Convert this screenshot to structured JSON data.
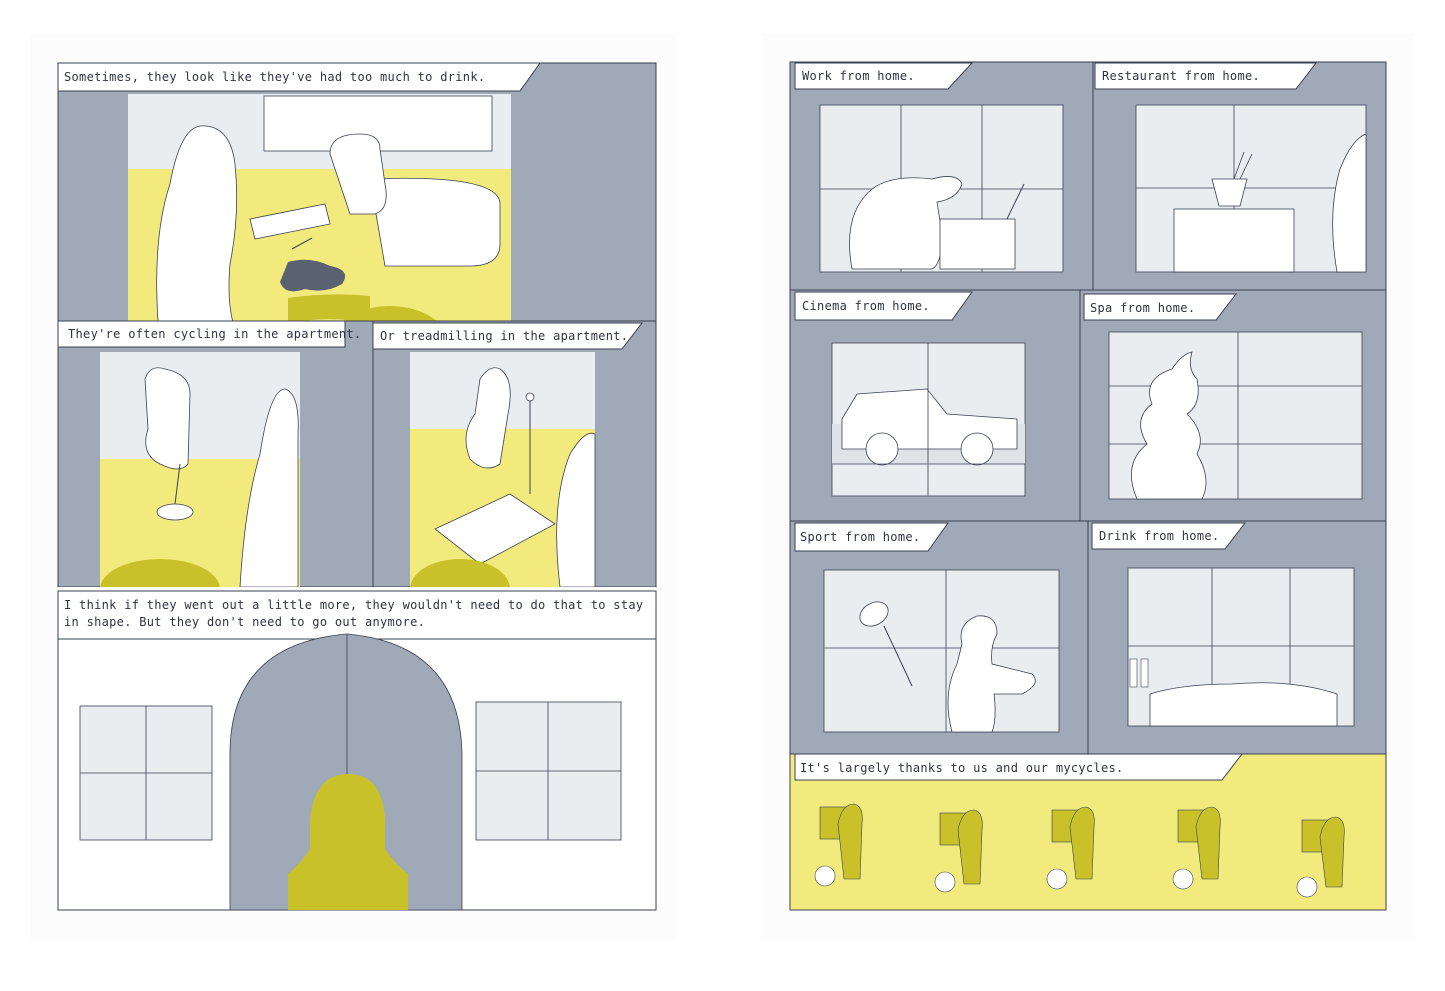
{
  "left_page": {
    "captions": {
      "drink": "Sometimes, they look like they've had too much to drink.",
      "cycling": "They're often cycling in the apartment.",
      "treadmill": "Or treadmilling in the apartment.",
      "shape_line1": "I think if they went out a little more, they wouldn't need to do that to stay",
      "shape_line2": "in shape. But they don't need to go out anymore."
    }
  },
  "right_page": {
    "captions": {
      "work": "Work from home.",
      "restaurant": "Restaurant from home.",
      "cinema": "Cinema from home.",
      "spa": "Spa from home.",
      "sport": "Sport from home.",
      "drink": "Drink from home.",
      "mycycles": "It's largely thanks to us and our mycycles."
    }
  },
  "colors": {
    "slate": "#a0a9b8",
    "yellow": "#f3ea7d",
    "mustard": "#c9c12a",
    "pale": "#e9edf0",
    "line": "#3a4152"
  }
}
